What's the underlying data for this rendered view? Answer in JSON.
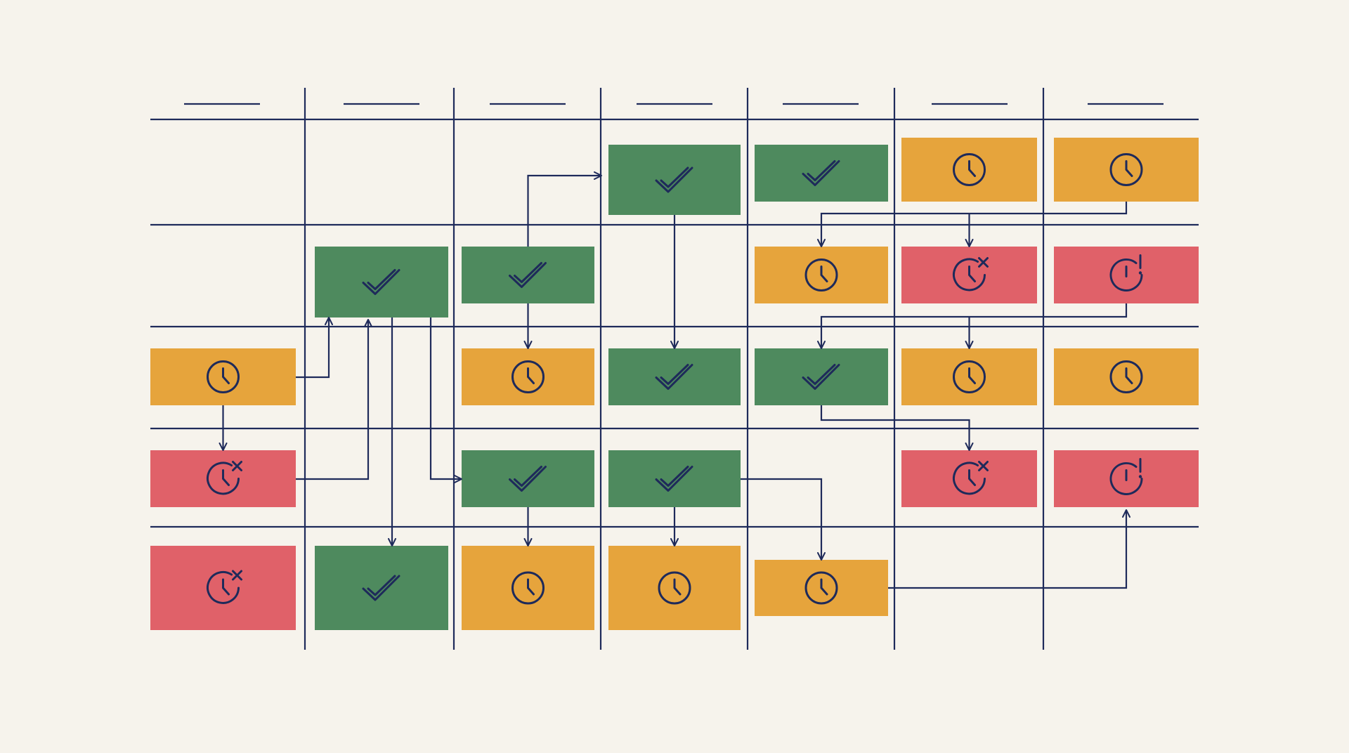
{
  "colors": {
    "background": "#f6f3ec",
    "line": "#1e2a5a",
    "complete": "#4e8a5e",
    "pending": "#e6a43c",
    "failed": "#e06169",
    "blocked": "#e06169"
  },
  "columns": [
    "",
    "",
    "",
    "",
    "",
    "",
    ""
  ],
  "rows": 5,
  "status_icons": {
    "complete": "check-icon",
    "pending": "clock-icon",
    "failed": "clock-x-icon",
    "blocked": "clock-alert-icon"
  },
  "tasks": [
    {
      "id": "r0c3",
      "row": 0,
      "col": 3,
      "status": "complete"
    },
    {
      "id": "r0c4",
      "row": 0,
      "col": 4,
      "status": "complete"
    },
    {
      "id": "r0c5",
      "row": 0,
      "col": 5,
      "status": "pending"
    },
    {
      "id": "r0c6",
      "row": 0,
      "col": 6,
      "status": "pending"
    },
    {
      "id": "r1c1",
      "row": 1,
      "col": 1,
      "status": "complete"
    },
    {
      "id": "r1c2",
      "row": 1,
      "col": 2,
      "status": "complete"
    },
    {
      "id": "r1c4",
      "row": 1,
      "col": 4,
      "status": "pending"
    },
    {
      "id": "r1c5",
      "row": 1,
      "col": 5,
      "status": "failed"
    },
    {
      "id": "r1c6",
      "row": 1,
      "col": 6,
      "status": "blocked"
    },
    {
      "id": "r2c0",
      "row": 2,
      "col": 0,
      "status": "pending"
    },
    {
      "id": "r2c2",
      "row": 2,
      "col": 2,
      "status": "pending"
    },
    {
      "id": "r2c3",
      "row": 2,
      "col": 3,
      "status": "complete"
    },
    {
      "id": "r2c4",
      "row": 2,
      "col": 4,
      "status": "complete"
    },
    {
      "id": "r2c5",
      "row": 2,
      "col": 5,
      "status": "pending"
    },
    {
      "id": "r2c6",
      "row": 2,
      "col": 6,
      "status": "pending"
    },
    {
      "id": "r3c0",
      "row": 3,
      "col": 0,
      "status": "failed"
    },
    {
      "id": "r3c2",
      "row": 3,
      "col": 2,
      "status": "complete"
    },
    {
      "id": "r3c3",
      "row": 3,
      "col": 3,
      "status": "complete"
    },
    {
      "id": "r3c5",
      "row": 3,
      "col": 5,
      "status": "failed"
    },
    {
      "id": "r3c6",
      "row": 3,
      "col": 6,
      "status": "blocked"
    },
    {
      "id": "r4c0",
      "row": 4,
      "col": 0,
      "status": "failed"
    },
    {
      "id": "r4c1",
      "row": 4,
      "col": 1,
      "status": "complete"
    },
    {
      "id": "r4c2",
      "row": 4,
      "col": 2,
      "status": "pending"
    },
    {
      "id": "r4c3",
      "row": 4,
      "col": 3,
      "status": "pending"
    },
    {
      "id": "r4c4",
      "row": 4,
      "col": 4,
      "status": "pending"
    }
  ],
  "dependencies": [
    {
      "from": "r1c2",
      "to": "r0c3"
    },
    {
      "from": "r0c3",
      "to": "r2c3"
    },
    {
      "from": "r0c6",
      "to": "r1c4"
    },
    {
      "from": "r0c6",
      "to": "r1c5"
    },
    {
      "from": "r1c2",
      "to": "r2c2"
    },
    {
      "from": "r1c6",
      "to": "r2c4"
    },
    {
      "from": "r1c6",
      "to": "r2c5"
    },
    {
      "from": "r2c0",
      "to": "r1c1"
    },
    {
      "from": "r2c0",
      "to": "r3c0"
    },
    {
      "from": "r3c0",
      "to": "r1c1"
    },
    {
      "from": "r1c1",
      "to": "r4c1"
    },
    {
      "from": "r1c1",
      "to": "r3c2"
    },
    {
      "from": "r2c4",
      "to": "r3c5"
    },
    {
      "from": "r3c2",
      "to": "r4c2"
    },
    {
      "from": "r3c3",
      "to": "r4c3"
    },
    {
      "from": "r3c3",
      "to": "r4c4"
    },
    {
      "from": "r4c4",
      "to": "r3c6"
    }
  ]
}
